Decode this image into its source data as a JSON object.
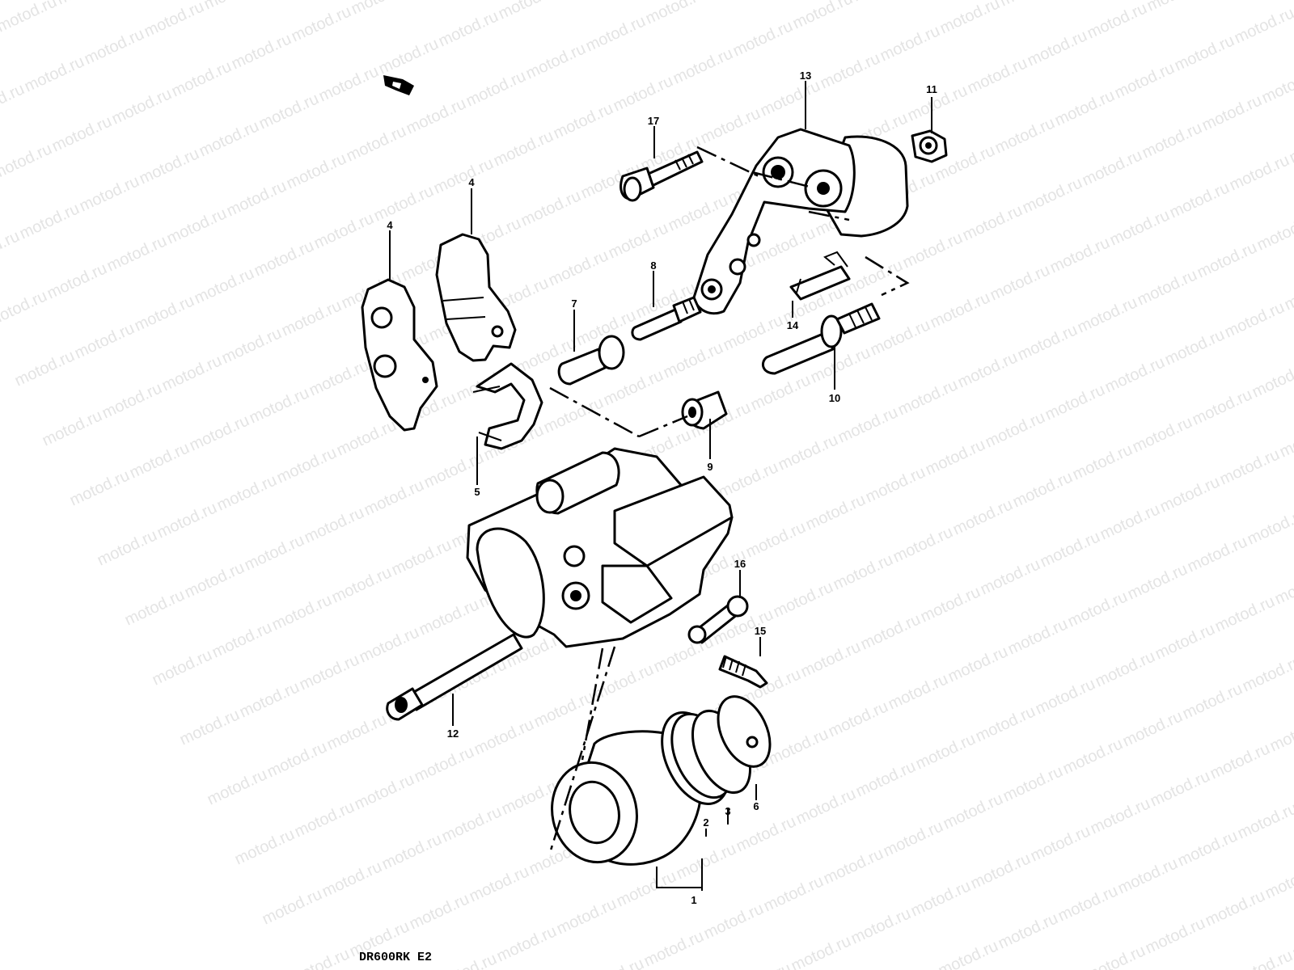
{
  "watermark": "motod.ru",
  "model_code": "DR600RK E2",
  "labels": {
    "p1": "1",
    "p2": "2",
    "p3": "3",
    "p4a": "4",
    "p4b": "4",
    "p5": "5",
    "p6": "6",
    "p7": "7",
    "p8": "8",
    "p9": "9",
    "p10": "10",
    "p11": "11",
    "p12": "12",
    "p13": "13",
    "p14": "14",
    "p15": "15",
    "p16": "16",
    "p17": "17"
  },
  "colors": {
    "line": "#000000",
    "background": "#ffffff",
    "watermark": "#e4e4e4"
  }
}
